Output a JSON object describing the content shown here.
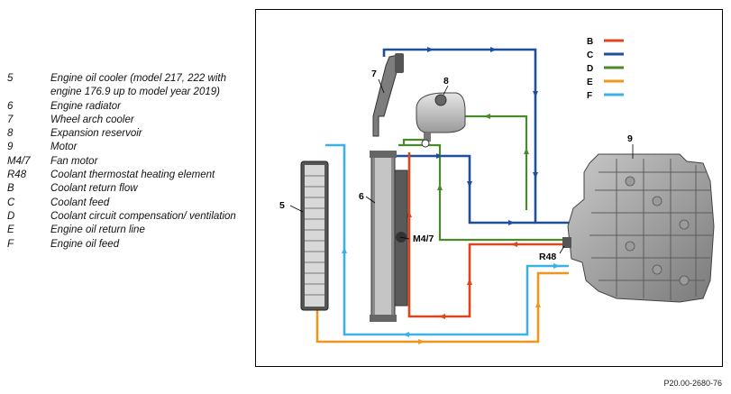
{
  "legend": [
    {
      "key": "5",
      "text": "Engine oil cooler (model 217, 222 with engine 176.9 up to model year 2019)"
    },
    {
      "key": "6",
      "text": "Engine radiator"
    },
    {
      "key": "7",
      "text": "Wheel arch cooler"
    },
    {
      "key": "8",
      "text": "Expansion reservoir"
    },
    {
      "key": "9",
      "text": "Motor"
    },
    {
      "key": "M4/7",
      "text": "Fan motor"
    },
    {
      "key": "R48",
      "text": "Coolant thermostat heating element"
    },
    {
      "key": "B",
      "text": "Coolant return flow"
    },
    {
      "key": "C",
      "text": "Coolant feed"
    },
    {
      "key": "D",
      "text": "Coolant circuit compensation/ ventilation"
    },
    {
      "key": "E",
      "text": "Engine oil return line"
    },
    {
      "key": "F",
      "text": "Engine oil feed"
    }
  ],
  "diagram": {
    "line_legend": [
      {
        "key": "B",
        "color": "#e0441c"
      },
      {
        "key": "C",
        "color": "#1f4e9a"
      },
      {
        "key": "D",
        "color": "#4a8a2a"
      },
      {
        "key": "E",
        "color": "#f0961e"
      },
      {
        "key": "F",
        "color": "#3db1e6"
      }
    ],
    "labels": {
      "oil_cooler": "5",
      "radiator": "6",
      "wheel_arch_cooler": "7",
      "expansion_reservoir": "8",
      "motor": "9",
      "fan_motor": "M4/7",
      "thermostat": "R48"
    }
  },
  "doc_ref": "P20.00-2680-76"
}
